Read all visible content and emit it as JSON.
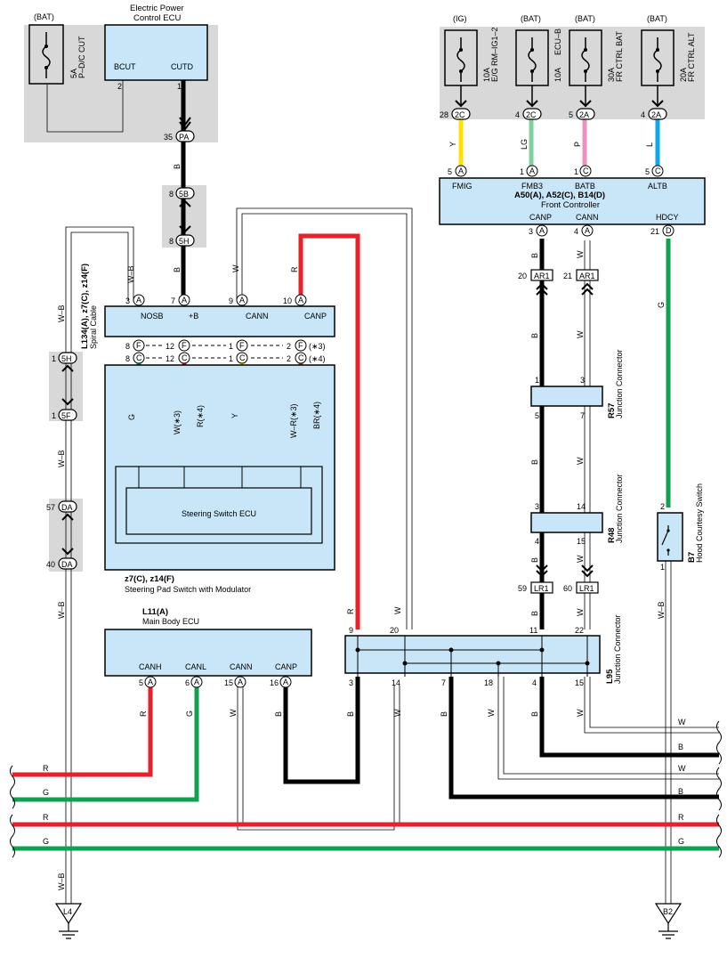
{
  "colors": {
    "component_fill": "#c8e6f8",
    "shade": "#d8d8d8",
    "wire_red": "#e8202a",
    "wire_green": "#10a050",
    "wire_black": "#000000",
    "wire_yellow": "#ffe000",
    "wire_light_green": "#7fd0a0",
    "wire_pink": "#f090c0",
    "wire_blue": "#10a8e8",
    "wire_brown": "#a0522d"
  },
  "fuses": {
    "p_dc_cut": {
      "supply": "(BAT)",
      "amp": "5A",
      "name": "P–D/C CUT"
    },
    "eg_rm_ig1_2": {
      "supply": "(IG)",
      "amp": "10A",
      "name": "E/G RM–IG1–2"
    },
    "ecu_b": {
      "supply": "(BAT)",
      "amp": "10A",
      "name": "ECU–B"
    },
    "fr_ctrl_bat": {
      "supply": "(BAT)",
      "amp": "30A",
      "name": "FR CTRL BAT"
    },
    "fr_ctrl_alt": {
      "supply": "(BAT)",
      "amp": "20A",
      "name": "FR CTRL ALT"
    }
  },
  "epc_ecu": {
    "title1": "Electric Power",
    "title2": "Control ECU",
    "pin_bcut": "BCUT",
    "pin_cutd": "CUTD",
    "pin_bcut_no": "2",
    "pin_cutd_no": "1"
  },
  "connectors": {
    "pa": {
      "pin": "35",
      "code": "PA"
    },
    "5b": {
      "pin": "8",
      "code": "5B"
    },
    "5h_top": {
      "pin": "8",
      "code": "5H"
    },
    "5h_left": {
      "pin": "1",
      "code": "5H"
    },
    "5f": {
      "pin": "1",
      "code": "5F"
    },
    "da57": {
      "pin": "57",
      "code": "DA"
    },
    "da40": {
      "pin": "40",
      "code": "DA"
    },
    "2c_28": {
      "pin": "28",
      "code": "2C"
    },
    "2c_4": {
      "pin": "4",
      "code": "2C"
    },
    "2a_5": {
      "pin": "5",
      "code": "2A"
    },
    "2a_4": {
      "pin": "4",
      "code": "2A"
    },
    "ar1_20": {
      "pin": "20",
      "code": "AR1"
    },
    "ar1_21": {
      "pin": "21",
      "code": "AR1"
    },
    "lr1_59": {
      "pin": "59",
      "code": "LR1"
    },
    "lr1_60": {
      "pin": "60",
      "code": "LR1"
    }
  },
  "wire_labels": {
    "b": "B",
    "w_b": "W–B",
    "w": "W",
    "r": "R",
    "g": "G",
    "y": "Y",
    "lg": "LG",
    "p": "P",
    "l": "L",
    "w_3": "W(∗3)",
    "r_4": "R(∗4)",
    "w_r_3": "W–R(∗3)",
    "br_4": "BR(∗4)"
  },
  "front_controller": {
    "pins_top": [
      {
        "no": "5",
        "conn": "A",
        "name": "FMIG"
      },
      {
        "no": "1",
        "conn": "A",
        "name": "FMB3"
      },
      {
        "no": "1",
        "conn": "C",
        "name": "BATB"
      },
      {
        "no": "5",
        "conn": "C",
        "name": "ALTB"
      }
    ],
    "code": "A50(A), A52(C), B14(D)",
    "title": "Front Controller",
    "pins_bottom": [
      {
        "no": "3",
        "conn": "A",
        "name": "CANP"
      },
      {
        "no": "4",
        "conn": "A",
        "name": "CANN"
      },
      {
        "no": "21",
        "conn": "D",
        "name": "HDCY"
      }
    ]
  },
  "spiral_cable": {
    "code": "L134(A), z7(C), z14(F)",
    "title": "Spiral Cable",
    "pins": [
      {
        "no": "3",
        "conn": "A",
        "name": "NOSB"
      },
      {
        "no": "7",
        "conn": "A",
        "name": "+B"
      },
      {
        "no": "9",
        "conn": "A",
        "name": "CANN"
      },
      {
        "no": "10",
        "conn": "A",
        "name": "CANP"
      }
    ],
    "f_row": {
      "p1": "8",
      "p2": "12",
      "p3": "1",
      "p4": "2",
      "note": "(∗3)"
    },
    "c_row": {
      "p1": "8",
      "p2": "12",
      "p3": "1",
      "p4": "2",
      "note": "(∗4)"
    },
    "conn_f": "F",
    "conn_c": "C"
  },
  "steering_pad": {
    "inner": "Steering Switch ECU",
    "code": "z7(C), z14(F)",
    "title": "Steering Pad Switch with Modulator"
  },
  "main_body_ecu": {
    "code": "L11(A)",
    "title": "Main Body ECU",
    "pins": [
      {
        "no": "5",
        "conn": "A",
        "name": "CANH"
      },
      {
        "no": "6",
        "conn": "A",
        "name": "CANL"
      },
      {
        "no": "15",
        "conn": "A",
        "name": "CANN"
      },
      {
        "no": "16",
        "conn": "A",
        "name": "CANP"
      }
    ]
  },
  "junction_r57": {
    "code": "R57",
    "title": "Junction Connector",
    "pins": [
      "1",
      "3",
      "5",
      "7"
    ]
  },
  "junction_r48": {
    "code": "R48",
    "title": "Junction Connector",
    "pins": [
      "3",
      "14",
      "4",
      "15"
    ]
  },
  "junction_l95": {
    "code": "L95",
    "title": "Junction Connector",
    "top": [
      "9",
      "20",
      "11",
      "22"
    ],
    "bottom": [
      "3",
      "14",
      "7",
      "18",
      "4",
      "15"
    ]
  },
  "hood_switch": {
    "code": "B7",
    "title": "Hood Courtesy Switch",
    "pin_top": "2",
    "pin_bottom": "1"
  },
  "grounds": {
    "left": "L4",
    "right": "B2"
  }
}
